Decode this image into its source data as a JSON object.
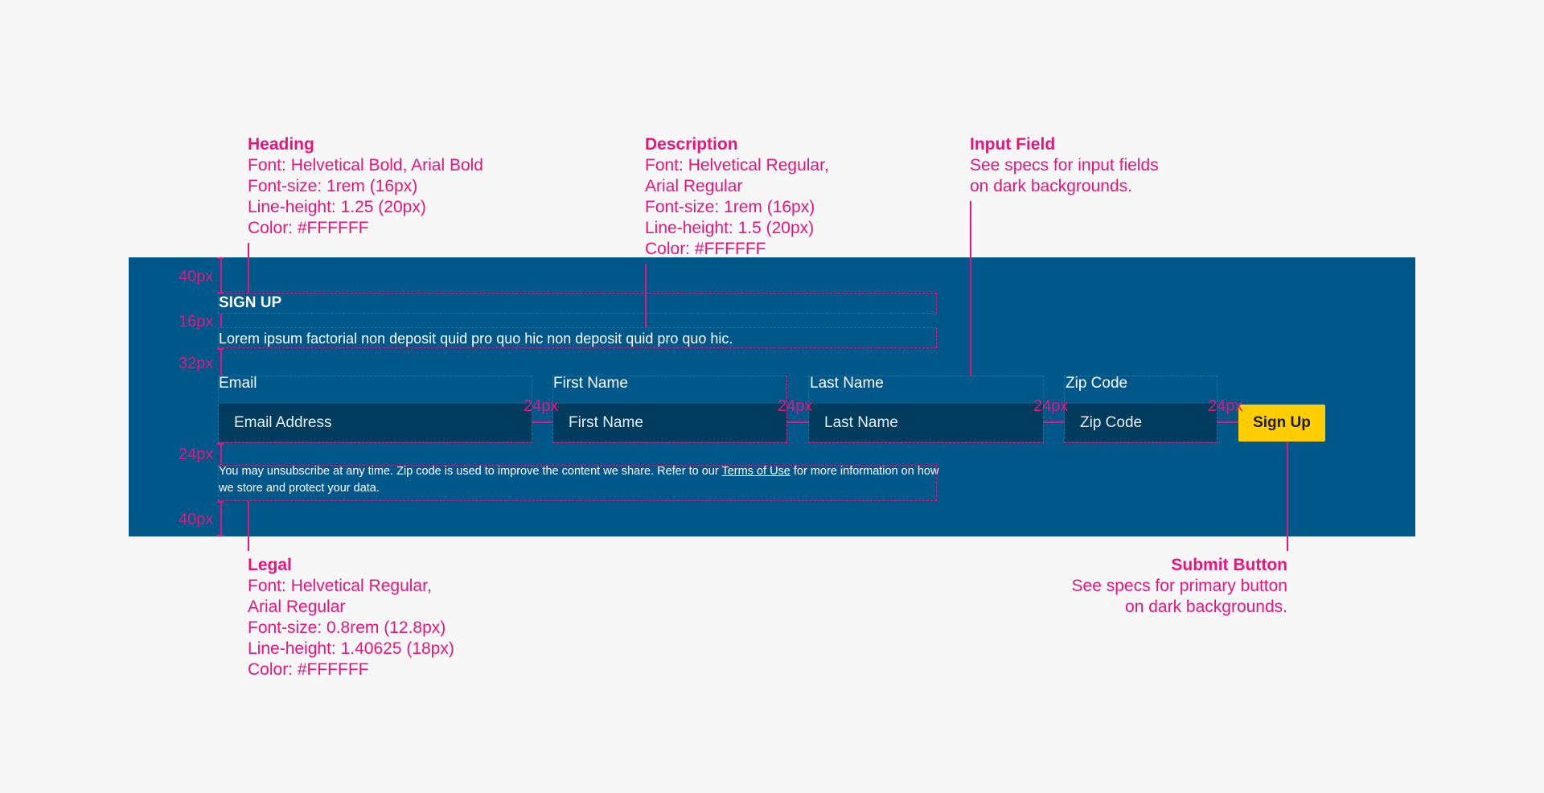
{
  "annotations": {
    "heading": {
      "title": "Heading",
      "lines": [
        "Font: Helvetical Bold, Arial Bold",
        "Font-size: 1rem (16px)",
        "Line-height: 1.25 (20px)",
        "Color: #FFFFFF"
      ]
    },
    "description": {
      "title": "Description",
      "lines": [
        "Font: Helvetical Regular,",
        "Arial Regular",
        "Font-size: 1rem (16px)",
        "Line-height: 1.5 (20px)",
        "Color: #FFFFFF"
      ]
    },
    "input_field": {
      "title": "Input Field",
      "lines": [
        "See specs for input fields",
        "on dark backgrounds."
      ]
    },
    "legal": {
      "title": "Legal",
      "lines": [
        "Font: Helvetical Regular,",
        "Arial Regular",
        "Font-size: 0.8rem (12.8px)",
        "Line-height: 1.40625 (18px)",
        "Color: #FFFFFF"
      ]
    },
    "submit_button": {
      "title": "Submit Button",
      "lines": [
        "See specs for primary button",
        "on dark backgrounds."
      ]
    }
  },
  "dimensions": {
    "top_padding": "40px",
    "heading_gap": "16px",
    "description_gap": "32px",
    "field_gap_1": "24px",
    "field_gap_2": "24px",
    "field_gap_3": "24px",
    "field_gap_4": "24px",
    "legal_gap": "24px",
    "bottom_padding": "40px"
  },
  "form": {
    "heading": "SIGN UP",
    "description": "Lorem ipsum factorial non deposit quid pro quo hic non deposit quid pro quo hic.",
    "fields": [
      {
        "label": "Email",
        "placeholder": "Email Address"
      },
      {
        "label": "First Name",
        "placeholder": "First Name"
      },
      {
        "label": "Last Name",
        "placeholder": "Last Name"
      },
      {
        "label": "Zip Code",
        "placeholder": "Zip Code"
      }
    ],
    "submit_label": "Sign Up",
    "legal": {
      "before_link": "You may unsubscribe at any time. Zip code is used to improve the content we share. Refer to our ",
      "link_text": "Terms of Use",
      "after_link": " for more information on how we store and protect your data."
    }
  },
  "colors": {
    "panel_background": "#00578A",
    "input_background": "#003C5E",
    "submit_button": "#FFCD00",
    "annotation": "#E6157E",
    "text": "#FFFFFF"
  }
}
